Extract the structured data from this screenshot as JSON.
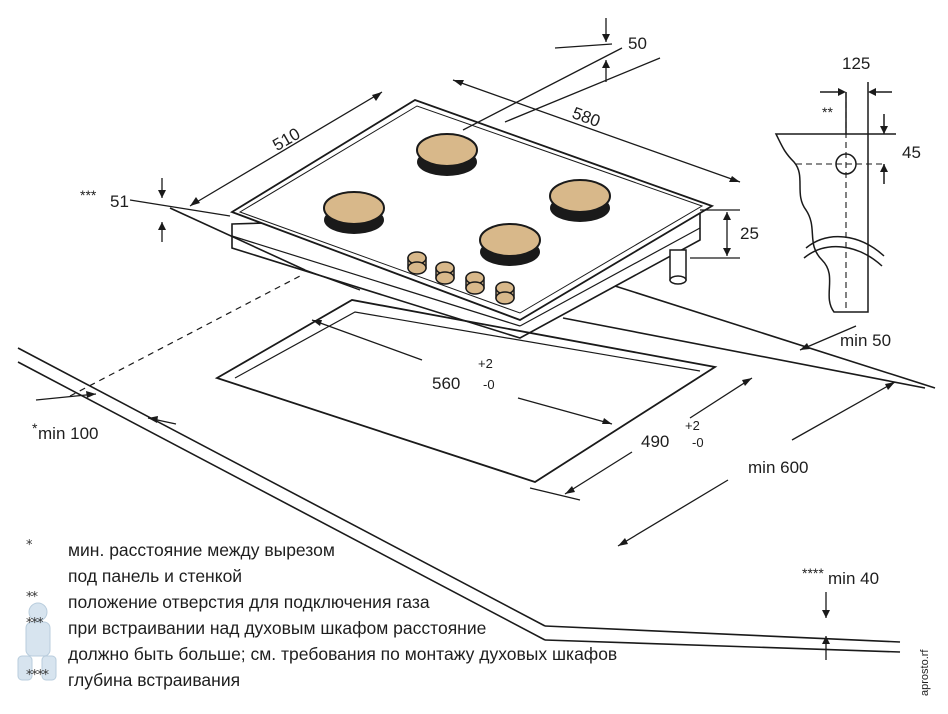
{
  "dimensions": {
    "top_clearance": "50",
    "depth": "510",
    "width": "580",
    "offset": "51",
    "offset_marks": "***",
    "height": "25",
    "inlet_horizontal": "125",
    "inlet_vertical": "45",
    "inlet_marks": "**",
    "back_clearance": "min 50",
    "cutout_width": "560",
    "cutout_width_tol_plus": "+2",
    "cutout_width_tol_minus": "-0",
    "cutout_depth": "490",
    "cutout_depth_tol_plus": "+2",
    "cutout_depth_tol_minus": "-0",
    "side_clearance": "min 100",
    "side_marks": "*",
    "worktop_depth": "min 600",
    "worktop_thickness": "min 40",
    "worktop_marks": "****"
  },
  "legend": [
    {
      "mark": "*",
      "text": "мин. расстояние между вырезом"
    },
    {
      "mark": "",
      "text": "под панель и стенкой"
    },
    {
      "mark": "**",
      "text": "положение отверстия для подключения газа"
    },
    {
      "mark": "***",
      "text": "при встраивании над духовым шкафом расстояние"
    },
    {
      "mark": "",
      "text": "должно быть больше; см. требования по монтажу духовых шкафов"
    },
    {
      "mark": "****",
      "text": "глубина встраивания"
    }
  ],
  "watermark": "aprosto.rf"
}
